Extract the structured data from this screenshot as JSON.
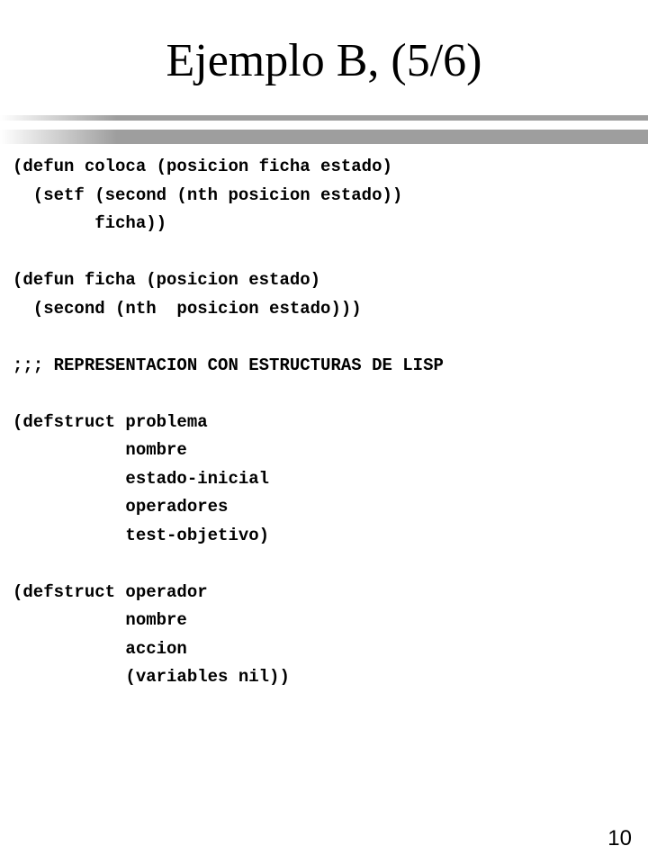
{
  "slide": {
    "title": "Ejemplo B, (5/6)",
    "page_number": "10",
    "code_lines": [
      "(defun coloca (posicion ficha estado)",
      "  (setf (second (nth posicion estado))",
      "        ficha))",
      "",
      "(defun ficha (posicion estado)",
      "  (second (nth  posicion estado)))",
      "",
      ";;; REPRESENTACION CON ESTRUCTURAS DE LISP",
      "",
      "(defstruct problema",
      "           nombre",
      "           estado-inicial",
      "           operadores",
      "           test-objetivo)",
      "",
      "(defstruct operador",
      "           nombre",
      "           accion",
      "           (variables nil))"
    ]
  },
  "colors": {
    "rule": "#9e9e9e",
    "text": "#000000",
    "background": "#ffffff"
  }
}
